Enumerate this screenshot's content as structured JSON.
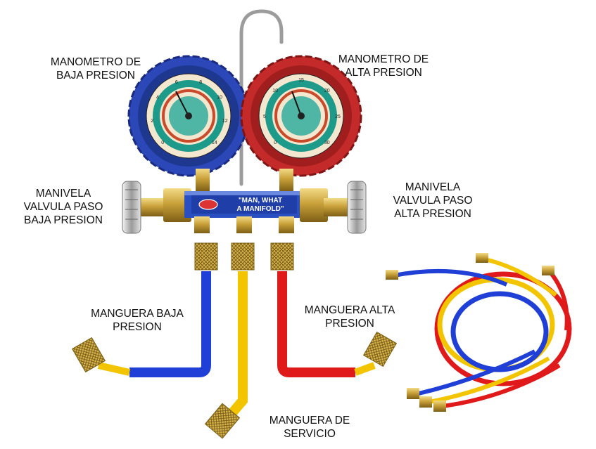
{
  "labels": {
    "low_gauge": {
      "line1": "MANOMETRO DE",
      "line2": "BAJA PRESION"
    },
    "high_gauge": {
      "line1": "MANOMETRO DE",
      "line2": "ALTA PRESION"
    },
    "low_valve": {
      "line1": "MANIVELA",
      "line2": "VALVULA PASO",
      "line3": "BAJA PRESION"
    },
    "high_valve": {
      "line1": "MANIVELA",
      "line2": "VALVULA  PASO",
      "line3": "ALTA PRESION"
    },
    "low_hose": {
      "line1": "MANGUERA BAJA",
      "line2": "PRESION"
    },
    "high_hose": {
      "line1": "MANGUERA ALTA",
      "line2": "PRESION"
    },
    "service_hose": {
      "line1": "MANGUERA DE",
      "line2": "SERVICIO"
    }
  },
  "manifold_label": {
    "line1": "\"MAN, WHAT",
    "line2": "A MANIFOLD\""
  },
  "gauges": {
    "low": {
      "scale": [
        "0",
        "2",
        "4",
        "6",
        "8",
        "10",
        "12",
        "14"
      ]
    },
    "high": {
      "scale": [
        "0",
        "5",
        "10",
        "15",
        "20",
        "25",
        "30"
      ]
    }
  },
  "colors": {
    "low": "#1f3fd6",
    "high": "#e01a1a",
    "service": "#f2c500",
    "brass": "#c9a13a",
    "low_bezel": "#2b47b8",
    "high_bezel": "#c42a2a"
  }
}
